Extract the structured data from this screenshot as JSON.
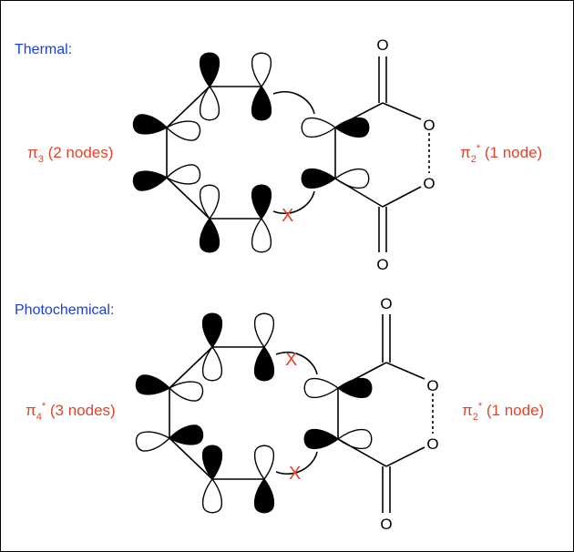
{
  "colors": {
    "title": "#1a3fd6",
    "label": "#e5432a",
    "x_mark": "#e5432a",
    "ink": "#000000"
  },
  "thermal": {
    "title": "Thermal:",
    "left_label": {
      "symbol": "π",
      "sub": "3",
      "sup": "",
      "text": " (2 nodes)"
    },
    "right_label": {
      "symbol": "π",
      "sub": "2",
      "sup": "*",
      "text": " (1 node)"
    },
    "atoms": {
      "o_top": "O",
      "o_ring_1": "O",
      "o_ring_2": "O",
      "o_bottom": "O"
    },
    "x_marks": [
      "X"
    ]
  },
  "photochemical": {
    "title": "Photochemical:",
    "left_label": {
      "symbol": "π",
      "sub": "4",
      "sup": "*",
      "text": " (3 nodes)"
    },
    "right_label": {
      "symbol": "π",
      "sub": "2",
      "sup": "*",
      "text": " (1 node)"
    },
    "atoms": {
      "o_top": "O",
      "o_ring_1": "O",
      "o_ring_2": "O",
      "o_bottom": "O"
    },
    "x_marks": [
      "X",
      "X"
    ]
  }
}
